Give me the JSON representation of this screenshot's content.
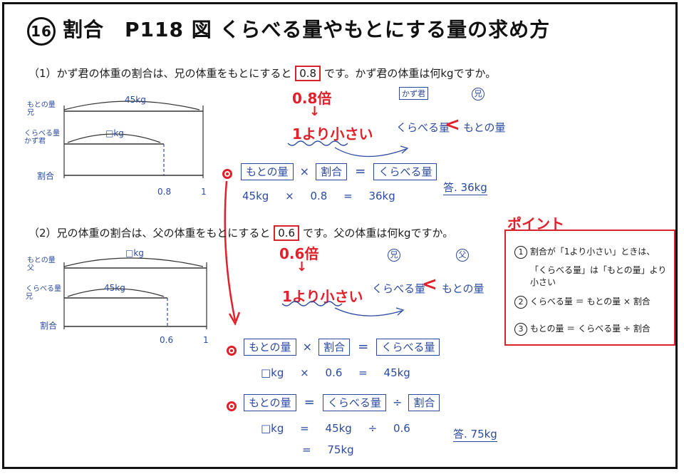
{
  "title": {
    "number": "16",
    "text": "割合　P118 図 くらべる量やもとにする量の求め方"
  },
  "q1": {
    "text_before": "（1）かず君の体重の割合は、兄の体重をもとにすると",
    "ratio": "0.8",
    "text_after": "です。かず君の体重は何kgですか。",
    "diagram": {
      "row1_label": "もとの量\n兄",
      "row1_value": "45kg",
      "row2_label": "くらべる量\nかず君",
      "row2_value": "□kg",
      "row3_label": "割合",
      "tick_a": "0.8",
      "tick_b": "1"
    },
    "note_ratio": "0.8倍",
    "note_small": "1より小さい",
    "compare": {
      "left_tag": "かず君",
      "right_tag": "兄",
      "left": "くらべる量",
      "sign": "<",
      "right": "もとの量"
    },
    "formula": {
      "a": "もとの量",
      "op1": "×",
      "b": "割合",
      "op2": "=",
      "c": "くらべる量"
    },
    "calc": {
      "a": "45kg",
      "op1": "×",
      "b": "0.8",
      "op2": "=",
      "c": "36kg"
    },
    "answer": "答. 36kg"
  },
  "q2": {
    "text_before": "（2）兄の体重の割合は、父の体重をもとにすると",
    "ratio": "0.6",
    "text_after": "です。父の体重は何kgですか。",
    "diagram": {
      "row1_label": "もとの量\n父",
      "row1_value": "□kg",
      "row2_label": "くらべる量\n兄",
      "row2_value": "45kg",
      "row3_label": "割合",
      "tick_a": "0.6",
      "tick_b": "1"
    },
    "note_ratio": "0.6倍",
    "note_small": "1より小さい",
    "compare": {
      "left_tag": "兄",
      "right_tag": "父",
      "left": "くらべる量",
      "sign": "<",
      "right": "もとの量"
    },
    "formula1": {
      "a": "もとの量",
      "op1": "×",
      "b": "割合",
      "op2": "=",
      "c": "くらべる量"
    },
    "calc1": {
      "a": "□kg",
      "op1": "×",
      "b": "0.6",
      "op2": "=",
      "c": "45kg"
    },
    "formula2": {
      "a": "もとの量",
      "op1": "=",
      "b": "くらべる量",
      "op2": "÷",
      "c": "割合"
    },
    "calc2": {
      "a": "□kg",
      "op1": "=",
      "b": "45kg",
      "op2": "÷",
      "c": "0.6"
    },
    "calc3": {
      "op": "=",
      "value": "75kg"
    },
    "answer": "答. 75kg"
  },
  "point": {
    "heading": "ポイント",
    "items": [
      {
        "num": "1",
        "text1": "割合が「1より小さい」ときは、",
        "text2": "「くらべる量」は「もとの量」より小さい"
      },
      {
        "num": "2",
        "text1": "くらべる量 ＝ もとの量 × 割合"
      },
      {
        "num": "3",
        "text1": "もとの量 ＝ くらべる量 ÷ 割合"
      }
    ]
  },
  "colors": {
    "red": "#e0202a",
    "blue": "#2b4aa0",
    "ink": "#1a1a1a"
  }
}
